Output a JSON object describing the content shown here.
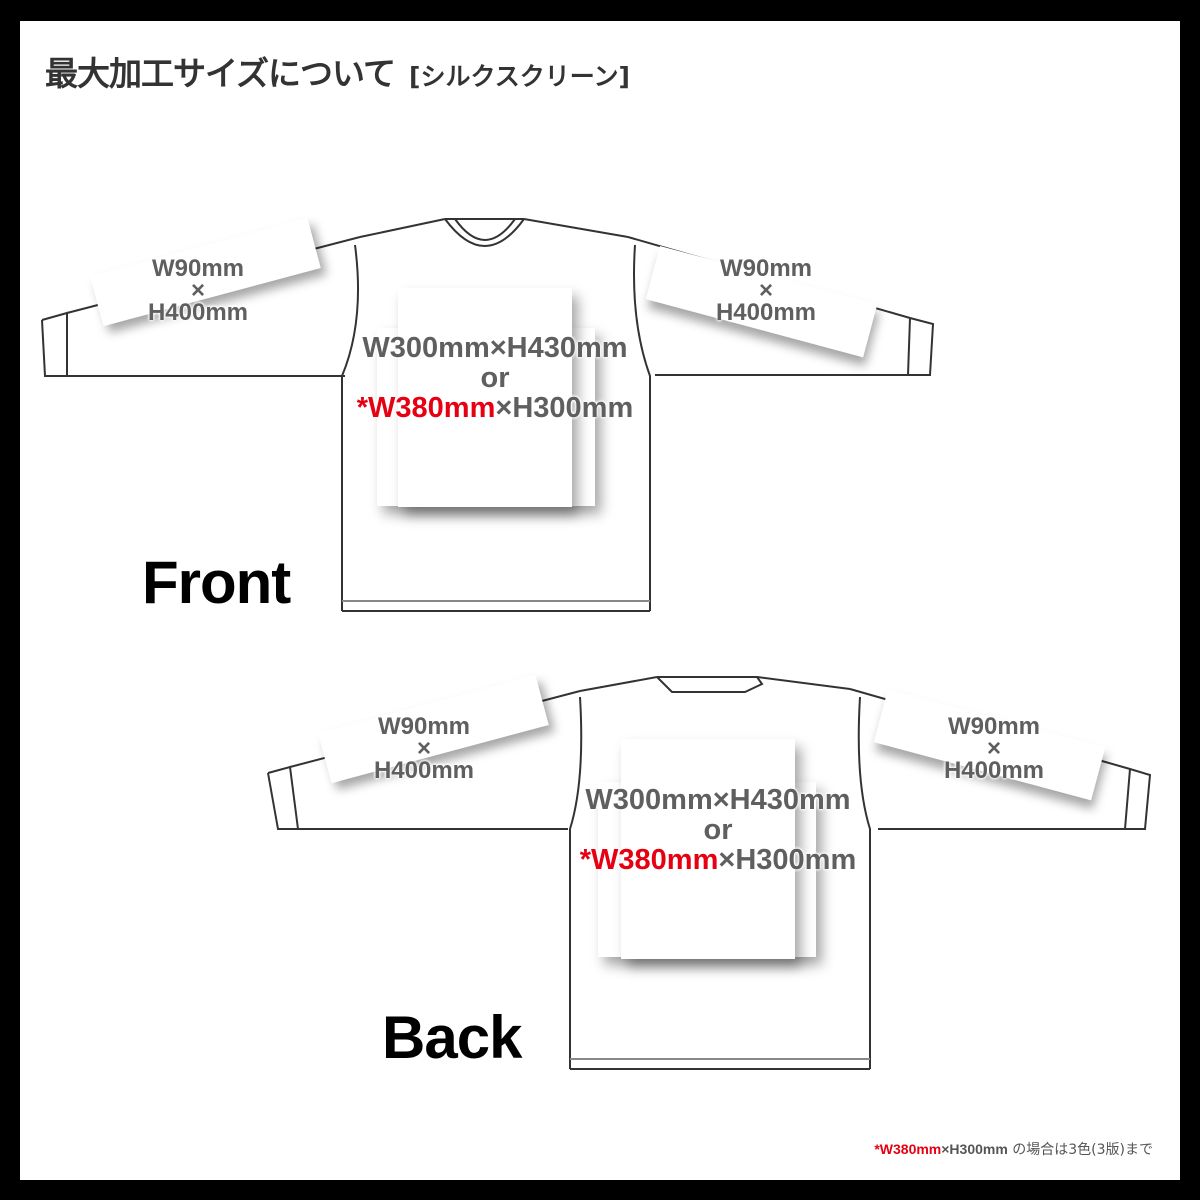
{
  "header": {
    "title": "最大加工サイズについて",
    "subtitle": "[シルクスクリーン]"
  },
  "colors": {
    "frame": "#000000",
    "background": "#ffffff",
    "label_gray": "#5f5f5f",
    "accent_red": "#e60012",
    "outline": "#333333"
  },
  "front": {
    "label": "Front",
    "left_sleeve": {
      "width": "W90mm",
      "times": "×",
      "height": "H400mm"
    },
    "right_sleeve": {
      "width": "W90mm",
      "times": "×",
      "height": "H400mm"
    },
    "body": {
      "line1": "W300mm×H430mm",
      "line2": "or",
      "line3_red": "*W380mm",
      "line3_rest": "×H300mm"
    }
  },
  "back": {
    "label": "Back",
    "left_sleeve": {
      "width": "W90mm",
      "times": "×",
      "height": "H400mm"
    },
    "right_sleeve": {
      "width": "W90mm",
      "times": "×",
      "height": "H400mm"
    },
    "body": {
      "line1": "W300mm×H430mm",
      "line2": "or",
      "line3_red": "*W380mm",
      "line3_rest": "×H300mm"
    }
  },
  "footnote": {
    "red": "*W380mm",
    "rest": "×H300mm",
    "jp": " の場合は3色(3版)まで"
  }
}
